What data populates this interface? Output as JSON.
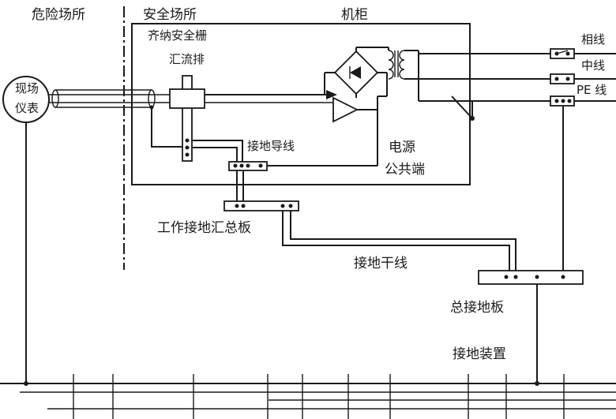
{
  "labels": {
    "hazard_area": "危险场所",
    "safe_area": "安全场所",
    "cabinet": "机柜",
    "field_instrument_line1": "现场",
    "field_instrument_line2": "仪表",
    "barrier": "齐纳安全栅",
    "busbar": "汇流排",
    "ground_lead": "接地导线",
    "power_line1": "电源",
    "power_line2": "公共端",
    "phase_line": "相线",
    "neutral_line": "中线",
    "pe_line": "PE 线",
    "work_ground_bus": "工作接地汇总板",
    "ground_trunk": "接地干线",
    "main_ground_board": "总接地板",
    "grounding_device": "接地装置"
  }
}
